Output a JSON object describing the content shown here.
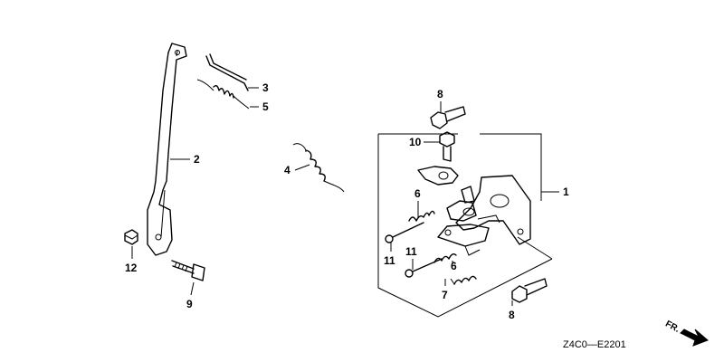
{
  "callouts": [
    "1",
    "2",
    "3",
    "4",
    "5",
    "6",
    "6",
    "7",
    "8",
    "8",
    "9",
    "10",
    "11",
    "11",
    "12"
  ],
  "direction_label": "FR.",
  "diagram_code": "Z4C0—E2201"
}
